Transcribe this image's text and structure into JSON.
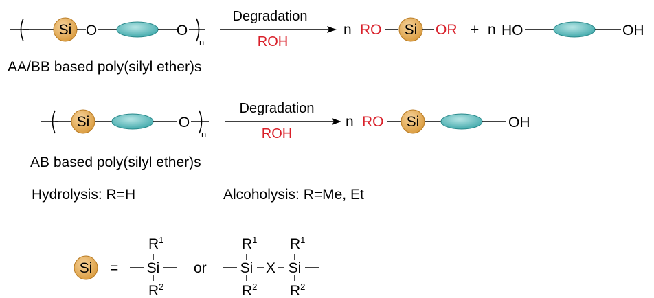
{
  "colors": {
    "si_bead": "#e8a948",
    "monomer_ellipse": "#4fb4b6",
    "highlight_text": "#d9202a",
    "text": "#000000"
  },
  "labels": {
    "si": "Si",
    "o": "O",
    "n_sub": "n",
    "n": "n",
    "degradation": "Degradation",
    "roh": "ROH",
    "ro": "RO",
    "or": "OR",
    "plus": "+",
    "ho": "HO",
    "oh": "OH",
    "aabb_caption": "AA/BB based poly(silyl ether)s",
    "ab_caption": "AB based poly(silyl ether)s",
    "hydrolysis": "Hydrolysis: R=H",
    "alcoholysis": "Alcoholysis: R=Me, Et",
    "equals": "=",
    "or_word": "or",
    "x": "X",
    "r1": "R",
    "r1_sup": "1",
    "r2": "R",
    "r2_sup": "2"
  }
}
